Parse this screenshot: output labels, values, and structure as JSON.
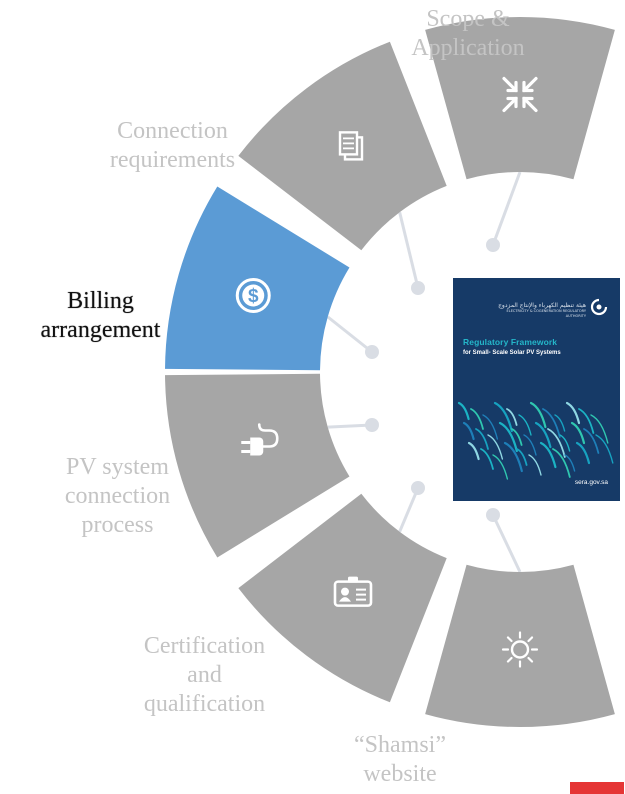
{
  "segments": [
    {
      "id": "scope",
      "label_lines": [
        "Scope &",
        "Application"
      ],
      "icon": "compress-arrows-icon",
      "active": false
    },
    {
      "id": "connection",
      "label_lines": [
        "Connection",
        "requirements"
      ],
      "icon": "document-icon",
      "active": false
    },
    {
      "id": "billing",
      "label_lines": [
        "Billing",
        "arrangement"
      ],
      "icon": "dollar-coin-icon",
      "active": true
    },
    {
      "id": "pv",
      "label_lines": [
        "PV system",
        "connection",
        "process"
      ],
      "icon": "plug-icon",
      "active": false
    },
    {
      "id": "cert",
      "label_lines": [
        "Certification",
        "and",
        "qualification"
      ],
      "icon": "id-card-icon",
      "active": false
    },
    {
      "id": "shamsi",
      "label_lines": [
        "“Shamsi”",
        "website"
      ],
      "icon": "sun-icon",
      "active": false
    }
  ],
  "document_cover": {
    "logo_text_ar": "هيئة تنظيم الكهرباء والإنتاج المزدوج",
    "logo_text_en": "ELECTRICITY & COGENERATION REGULATORY AUTHORITY",
    "title": "Regulatory Framework",
    "subtitle": "for Small- Scale Solar PV Systems",
    "url": "sera.gov.sa"
  },
  "colors": {
    "segment_inactive": "#a6a6a6",
    "segment_active": "#5b9bd5",
    "connector": "#d9dde4",
    "label_inactive": "#c4c4c4",
    "label_active": "#111111",
    "cover_bg": "#163a67",
    "cover_title": "#24b6c9",
    "accent": "#e53535"
  }
}
